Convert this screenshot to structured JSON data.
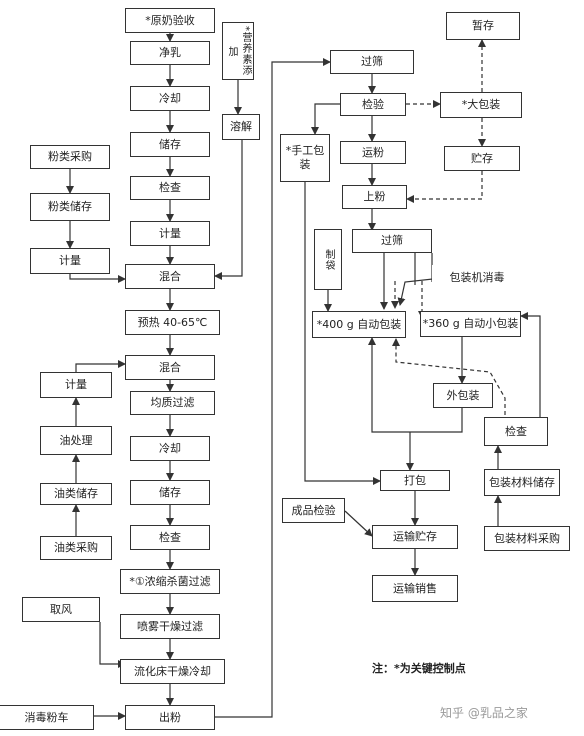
{
  "nodes": {
    "raw_milk": "*原奶验收",
    "clean_milk": "净乳",
    "cool1": "冷却",
    "store1": "储存",
    "check1": "检查",
    "measure1": "计量",
    "nutrient_add": "*营养素添加",
    "dissolve": "溶解",
    "powder_buy": "粉类采购",
    "powder_store": "粉类储存",
    "measure_powder": "计量",
    "mix1": "混合",
    "preheat": "预热 40-65℃",
    "mix2": "混合",
    "measure_oil": "计量",
    "oil_process": "油处理",
    "oil_store": "油类储存",
    "oil_buy": "油类采购",
    "homogenize": "均质过滤",
    "cool2": "冷却",
    "store2": "储存",
    "check2": "检查",
    "concentrate": "*①浓缩杀菌过滤",
    "spray_dry": "喷雾干燥过滤",
    "air_intake": "取风",
    "fluid_bed": "流化床干燥冷却",
    "disinfect_car": "消毒粉车",
    "powder_out": "出粉",
    "sieve1": "过筛",
    "inspect": "检验",
    "transport_powder": "运粉",
    "load_powder": "上粉",
    "manual_pack": "*手工包装",
    "big_pack": "*大包装",
    "temp_store": "暂存",
    "storage": "贮存",
    "make_bag": "制袋",
    "sieve2": "过筛",
    "machine_disinfect": "包装机消毒",
    "auto_pack_400": "*400 g 自动包装",
    "auto_pack_360": "*360 g 自动小包装",
    "outer_pack": "外包装",
    "check3": "检查",
    "pack_material_store": "包装材料储存",
    "pack_material_buy": "包装材料采购",
    "bale": "打包",
    "product_inspect": "成品检验",
    "transport_store": "运输贮存",
    "transport_sell": "运输销售"
  },
  "note": "注：*为关键控制点",
  "watermark": "知乎 @乳品之家"
}
